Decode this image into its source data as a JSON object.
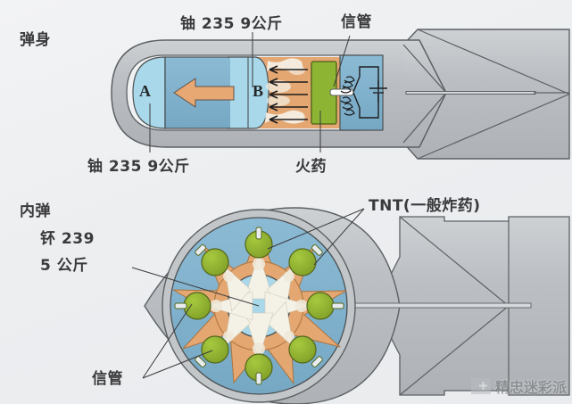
{
  "image": {
    "title_top": "弹身",
    "title_bottom": "内弹"
  },
  "gun_type_diagram": {
    "name": "gun-type-fission-bomb-cutaway",
    "body_label": "弹身",
    "top_labels": [
      {
        "id": "uranium-top",
        "text": "铀 235   9公斤"
      },
      {
        "id": "fuze-top",
        "text": "信管"
      }
    ],
    "bottom_labels": [
      {
        "id": "uranium-bottom",
        "text": "铀 235    9公斤"
      },
      {
        "id": "powder",
        "text": "火药"
      }
    ],
    "core_markers": [
      {
        "id": "target-piece",
        "text": "A"
      },
      {
        "id": "projectile-piece",
        "text": "B"
      }
    ]
  },
  "implosion_diagram": {
    "name": "implosion-fission-bomb-cross-section",
    "body_label": "内弹",
    "left_labels": [
      {
        "id": "plutonium-isotope",
        "text": "钚 239"
      },
      {
        "id": "plutonium-mass",
        "text": "5 公斤"
      }
    ],
    "tnt_label": "TNT(一般炸药)",
    "fuze_label": "信管",
    "detonator_count": 8
  },
  "watermark": {
    "text": "精忠迷彩派"
  },
  "colors": {
    "casing_gray": "#b9bdc1",
    "casing_stroke": "#5d6164",
    "blue_mid": "#7fb0cc",
    "blue_light": "#a8d8ea",
    "orange": "#e4a771",
    "green": "#8db533",
    "green_olive": "#8aa82e",
    "white_explosive": "#f3f0e6",
    "label_text": "#3a3a3c",
    "background": "#eef0f2"
  }
}
